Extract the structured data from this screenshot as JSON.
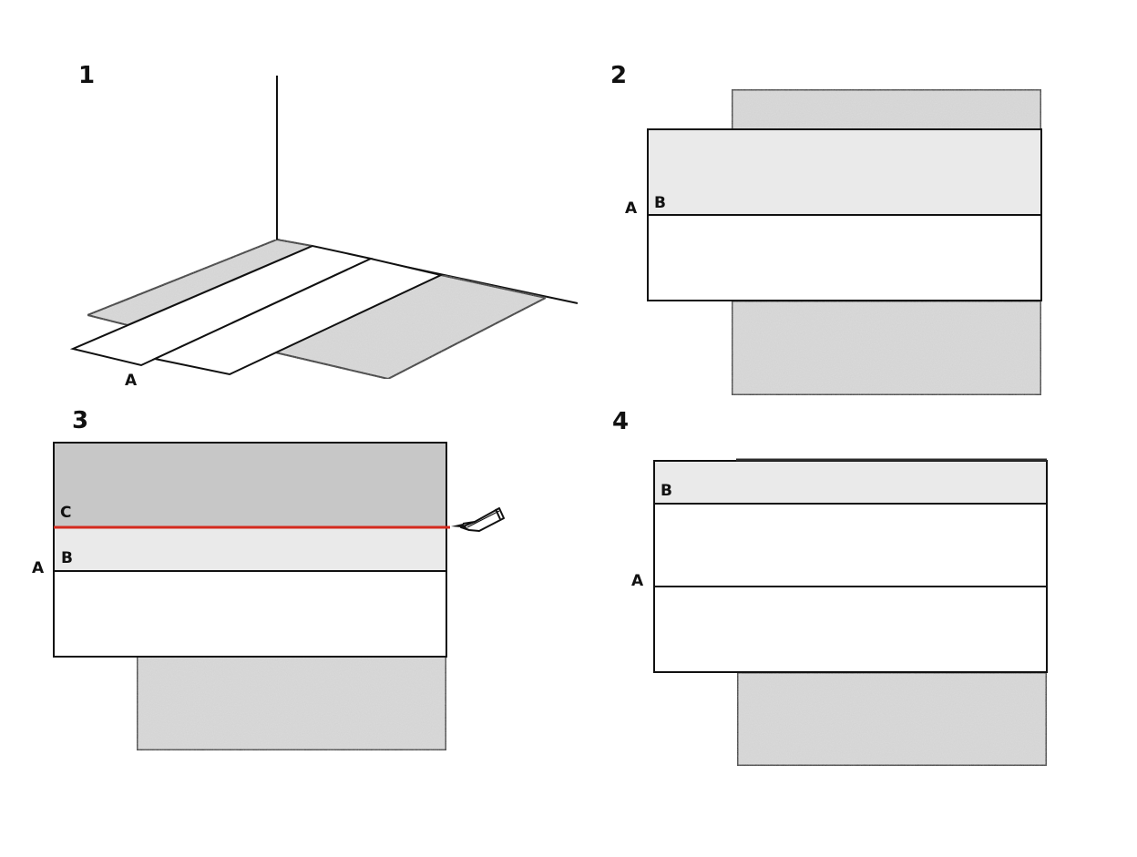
{
  "panels": [
    {
      "number": "1",
      "labels": {
        "a": "A"
      }
    },
    {
      "number": "2",
      "labels": {
        "a": "A",
        "b": "B"
      }
    },
    {
      "number": "3",
      "labels": {
        "a": "A",
        "b": "B",
        "c": "C"
      }
    },
    {
      "number": "4",
      "labels": {
        "a": "A",
        "b": "B"
      }
    }
  ],
  "icons": {
    "marker": "pencil-icon"
  },
  "colors": {
    "old_board": "#dcdcdc",
    "light_board": "#eaeaea",
    "gray_board": "#c7c7c7",
    "new_board": "#ffffff",
    "cut_line": "#d42a1e",
    "outline": "#111111"
  }
}
